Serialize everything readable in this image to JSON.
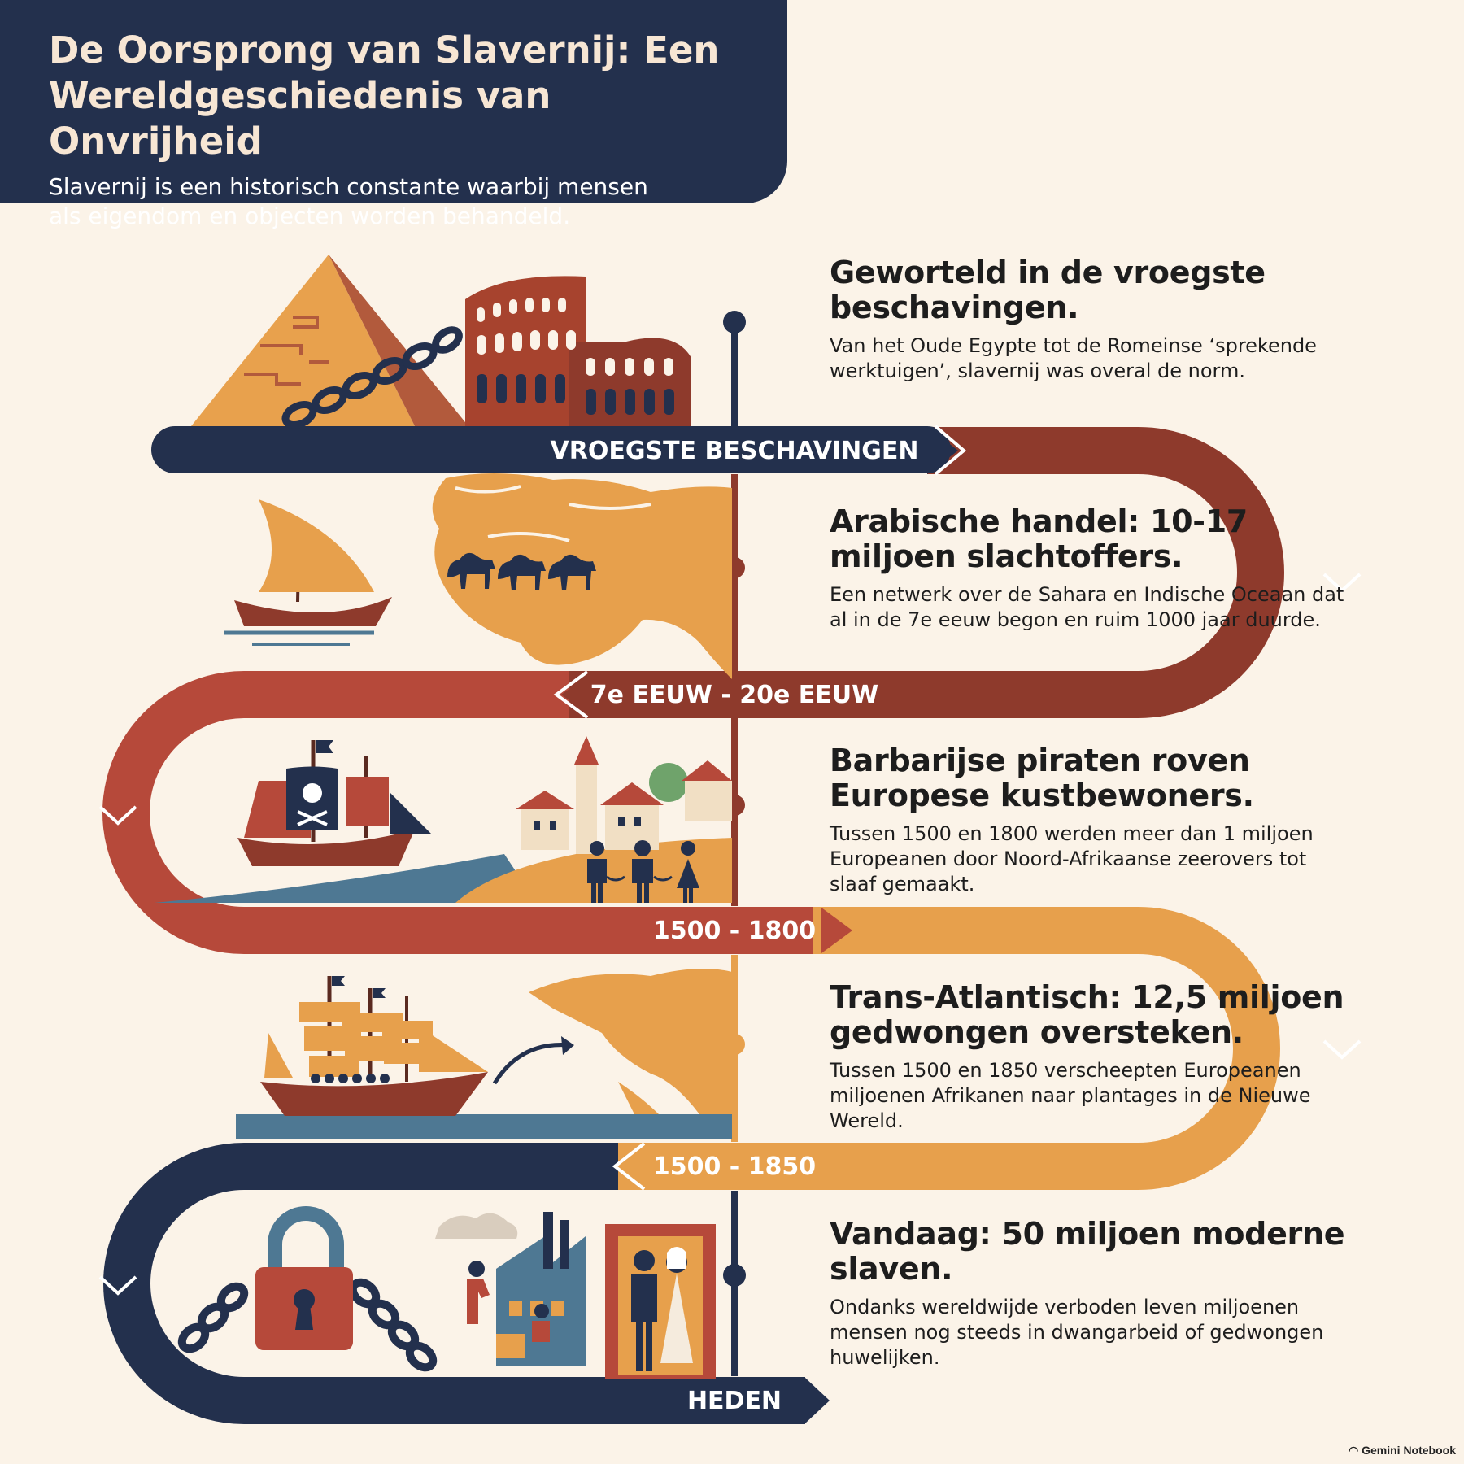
{
  "header": {
    "title": "De Oorsprong van Slavernij: Een Wereldgeschiedenis van Onvrijheid",
    "subtitle": "Slavernij is een historisch constante waarbij mensen als eigendom en objecten worden behandeld."
  },
  "sections": [
    {
      "era": "VROEGSTE BESCHAVINGEN",
      "title": "Geworteld in de vroegste beschavingen.",
      "text": "Van het Oude Egypte tot de Romeinse ‘sprekende werktuigen’, slavernij was overal de norm."
    },
    {
      "era": "7e EEUW - 20e EEUW",
      "title": "Arabische handel: 10-17 miljoen slachtoffers.",
      "text": "Een netwerk over de Sahara en Indische Oceaan dat al in de 7e eeuw begon en ruim 1000 jaar duurde."
    },
    {
      "era": "1500 - 1800",
      "title": "Barbarijse piraten roven Europese kustbewoners.",
      "text": "Tussen 1500 en 1800 werden meer dan 1 miljoen Europeanen door Noord-Afrikaanse zeerovers tot slaaf gemaakt."
    },
    {
      "era": "1500 - 1850",
      "title": "Trans-Atlantisch: 12,5 miljoen gedwongen oversteken.",
      "text": "Tussen 1500 en 1850 verscheepten Europeanen miljoenen Afrikanen naar plantages in de Nieuwe Wereld."
    },
    {
      "era": "HEDEN",
      "title": "Vandaag: 50 miljoen moderne slaven.",
      "text": "Ondanks wereldwijde verboden leven miljoenen mensen nog steeds in dwangarbeid of gedwongen huwelijken."
    }
  ],
  "footer": {
    "brand": "Gemini Notebook"
  },
  "colors": {
    "navy": "#23304D",
    "rust": "#8E3A2C",
    "red": "#B6493A",
    "orange": "#E7A04C",
    "sea": "#4E7893",
    "cream": "#FBF3E8"
  }
}
